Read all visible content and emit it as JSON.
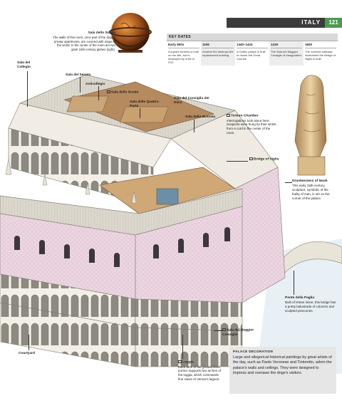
{
  "header": {
    "section": "ITALY",
    "page_number": "121"
  },
  "key_dates": {
    "title": "KEY DATES",
    "entries": [
      {
        "year": "Early 800s",
        "text": "A square fortress is built on the site, but is destroyed by a fire in 976."
      },
      {
        "year": "1106",
        "text": "Another fire destroys the replacement building."
      },
      {
        "year": "1340–1424",
        "text": "A Gothic palace is built to house the Great Council."
      },
      {
        "year": "1419",
        "text": "The Sala del Maggior Consiglio is inaugurated."
      },
      {
        "year": "1600",
        "text": "The covered walkway nicknamed the Bridge of Sighs is built."
      }
    ]
  },
  "globe_caption": {
    "title": "Sala dello Scudo",
    "text": "The walls of this room, once part of the doge's private apartments, are covered with maps of the world. In the center of the room are two giant 16th-century globes (right)."
  },
  "labels": {
    "sala_collegio": "Sala del Collegio",
    "sala_senato": "Sala del Senato",
    "anticollegio": "Anticollegio",
    "sala_scudo": "Sala dello Scudo",
    "sala_quattro_porte": "Sala delle Quattro Porte",
    "sala_consiglio_dieci": "Sala del Consiglio dei Dieci",
    "sala_bussola": "Sala della Bussola",
    "torture_title": "Torture Chamber",
    "torture_text": "Interrogations took place here. Suspects were hung by their wrists from a cord in the center of the room.",
    "bridge_sighs": "Bridge of Sighs",
    "drunkenness_title": "Drunkenness of Noah",
    "drunkenness_text": "This early 15th-century sculpture, symbolic of the frailty of man, is set on the corner of the palace.",
    "ponte_paglia_title": "Ponte della Paglia",
    "ponte_paglia_text": "Built of Istrian stone, this bridge has a pretty balustrade of columns and sculpted pinecones.",
    "sala_maggior": "Sala del Maggior Consiglio",
    "courtyard": "Courtyard",
    "loggia_title": "Loggia",
    "loggia_text": "Each arch of the ground-level portico supports two arches of the loggia, which commands fine views of Venice's lagoon."
  },
  "palace_decoration": {
    "title": "PALACE DECORATION",
    "text": "Large and allegorical historical paintings by great artists of the day, such as Paolo Veronese and Tintoretto, adorn the palace's walls and ceilings. They were designed to impress and overawe the doge's visitors."
  },
  "colors": {
    "header_dark": "#3c3c3c",
    "header_green": "#4d9a52",
    "facade_pink": "#e9d3df",
    "roof_grey": "#d8d4cc",
    "stone": "#f1ede4"
  }
}
